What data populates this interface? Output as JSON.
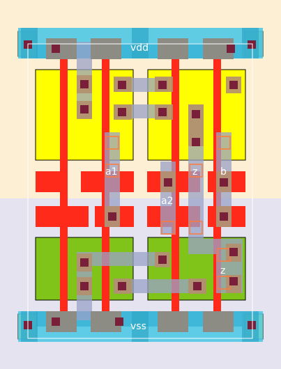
{
  "layout": {
    "pins": {
      "vdd": "vdd",
      "vss": "vss",
      "a1": "a1",
      "a2": "a2",
      "b": "b",
      "z_top": "z",
      "z_bottom": "z"
    }
  },
  "colors": {
    "nwell": "#fdefd3",
    "pwell": "#e5e3ef",
    "pdiff": "#ffff00",
    "ndiff": "#80c41a",
    "poly": "#ff2a1a",
    "metal1": "#4fc8e6",
    "metal1_opaque": "#77bfd3",
    "li": "#9aa2c8",
    "contact": "#7a1f3a",
    "via_pad": "#b4906e",
    "gray_pad": "#8c8c84",
    "outline": "#ffffff"
  }
}
